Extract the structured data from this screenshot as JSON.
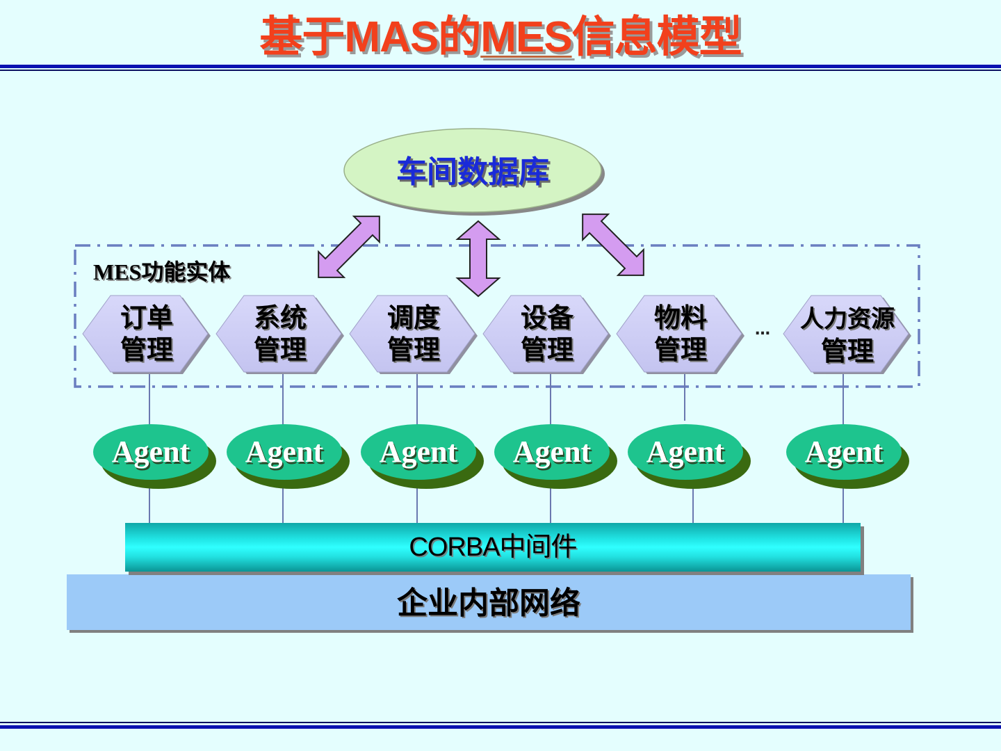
{
  "slide": {
    "title_parts": [
      "基于MAS的",
      "MES",
      "信息模型"
    ],
    "colors": {
      "background": "#e4fefe",
      "title": "#f2401c",
      "rule": "#0a10b0",
      "database_fill": "#d4f4c4",
      "database_text": "#1a2ad8",
      "arrow_fill": "#d49cf0",
      "hexagon_fill": "#ccccf4",
      "agent_fill": "#1ec48e",
      "agent_shadow": "#3a6a10",
      "dashed_border": "#6a7ec0",
      "corba_fill": "#22e8e8",
      "network_fill": "#9ccaf8"
    }
  },
  "diagram": {
    "database": {
      "label": "车间数据库"
    },
    "group": {
      "label": "MES功能实体"
    },
    "modules": [
      {
        "line1": "订单",
        "line2": "管理"
      },
      {
        "line1": "系统",
        "line2": "管理"
      },
      {
        "line1": "调度",
        "line2": "管理"
      },
      {
        "line1": "设备",
        "line2": "管理"
      },
      {
        "line1": "物料",
        "line2": "管理"
      },
      {
        "line1": "人力资源",
        "line2": "管理"
      }
    ],
    "ellipsis": "…",
    "agents": [
      "Agent",
      "Agent",
      "Agent",
      "Agent",
      "Agent",
      "Agent"
    ],
    "middleware": {
      "label": "CORBA中间件"
    },
    "network": {
      "label": "企业内部网络"
    }
  }
}
